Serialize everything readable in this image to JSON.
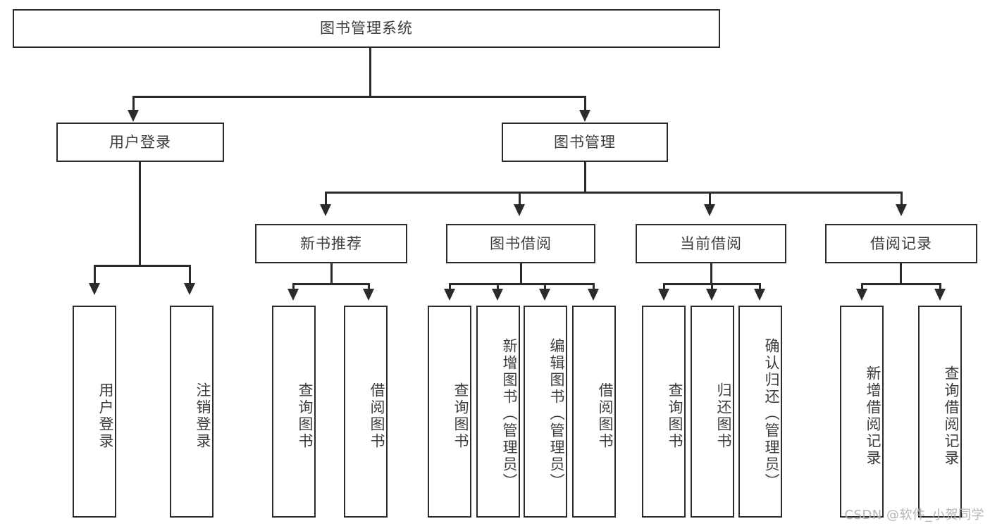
{
  "diagram": {
    "title": "图书管理系统",
    "type": "tree",
    "root": {
      "label": "图书管理系统",
      "orientation": "horizontal"
    },
    "level2": [
      {
        "label": "用户登录",
        "orientation": "horizontal"
      },
      {
        "label": "图书管理",
        "orientation": "horizontal"
      }
    ],
    "level3": [
      {
        "label": "新书推荐",
        "orientation": "horizontal",
        "parent": "图书管理"
      },
      {
        "label": "图书借阅",
        "orientation": "horizontal",
        "parent": "图书管理"
      },
      {
        "label": "当前借阅",
        "orientation": "horizontal",
        "parent": "图书管理"
      },
      {
        "label": "借阅记录",
        "orientation": "horizontal",
        "parent": "图书管理"
      }
    ],
    "leaves": {
      "user_login": [
        {
          "label": "用户登录",
          "orientation": "vertical"
        },
        {
          "label": "注销登录",
          "orientation": "vertical"
        }
      ],
      "new_book_recommend": [
        {
          "label": "查询图书",
          "orientation": "vertical"
        },
        {
          "label": "借阅图书",
          "orientation": "vertical"
        }
      ],
      "book_borrow": [
        {
          "label": "查询图书",
          "orientation": "vertical"
        },
        {
          "label": "新增图书（管理员）",
          "orientation": "vertical"
        },
        {
          "label": "编辑图书（管理员）",
          "orientation": "vertical"
        },
        {
          "label": "借阅图书",
          "orientation": "vertical"
        }
      ],
      "current_borrow": [
        {
          "label": "查询图书",
          "orientation": "vertical"
        },
        {
          "label": "归还图书",
          "orientation": "vertical"
        },
        {
          "label": "确认归还（管理员）",
          "orientation": "vertical"
        }
      ],
      "borrow_record": [
        {
          "label": "新增借阅记录",
          "orientation": "vertical"
        },
        {
          "label": "查询借阅记录",
          "orientation": "vertical"
        }
      ]
    },
    "colors": {
      "box_border": "#2b2b2b",
      "box_fill": "#ffffff",
      "text": "#3c3c3c",
      "connector": "#2b2b2b",
      "background": "#ffffff",
      "watermark": "#b4b4b4"
    }
  },
  "watermark": {
    "text": "CSDN @软件_小贺同学"
  }
}
